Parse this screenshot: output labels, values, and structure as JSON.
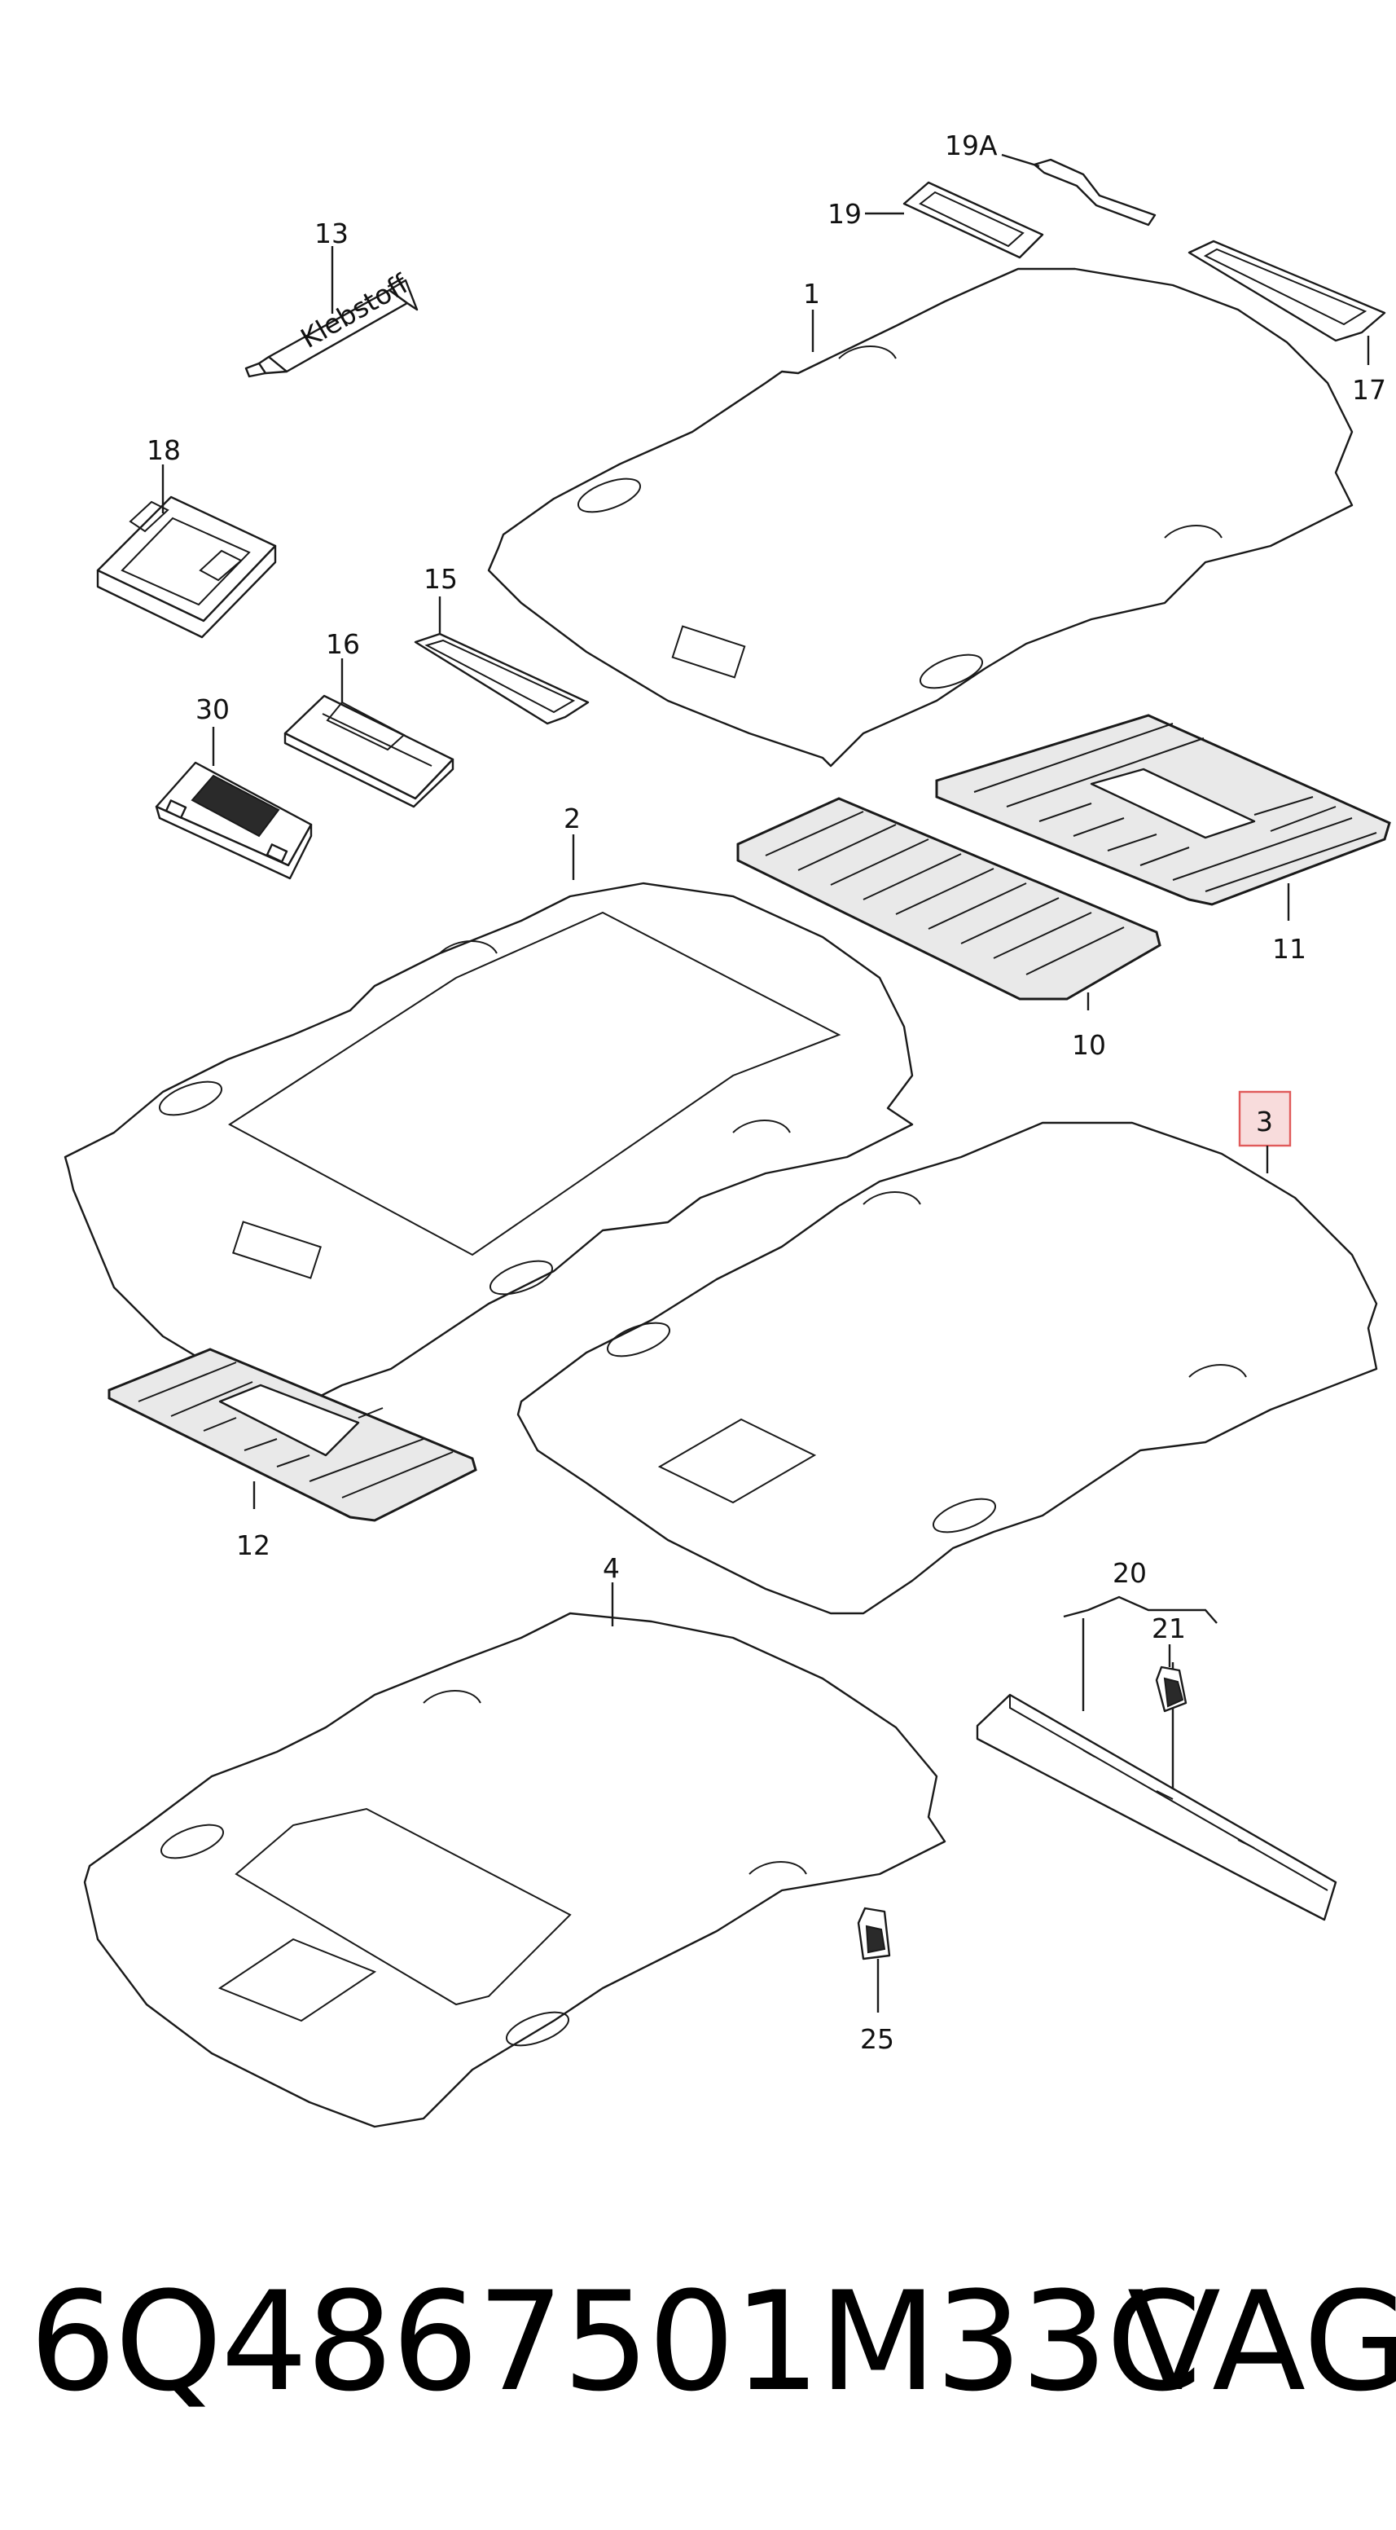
{
  "diagram": {
    "callouts": {
      "c1": "1",
      "c2": "2",
      "c3": "3",
      "c4": "4",
      "c10": "10",
      "c11": "11",
      "c12": "12",
      "c13": "13",
      "c15": "15",
      "c16": "16",
      "c17": "17",
      "c18": "18",
      "c19": "19",
      "c19a": "19A",
      "c20": "20",
      "c21": "21",
      "c25": "25",
      "c30": "30"
    },
    "tube_text": "Klebstoff",
    "highlighted_callout": "3",
    "highlight_color": "#e05a5a"
  },
  "footer": {
    "part_number": "6Q4867501M33C",
    "brand": "VAG"
  }
}
